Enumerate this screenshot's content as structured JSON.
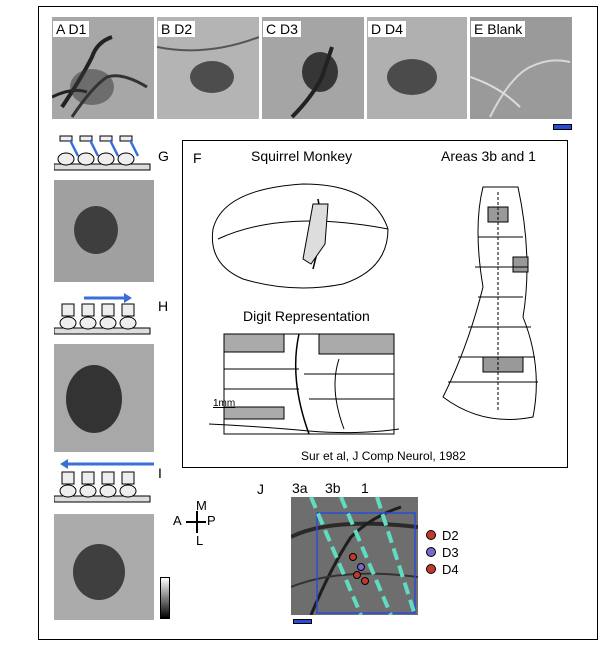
{
  "panels": {
    "A": "A D1",
    "B": "B D2",
    "C": "C D3",
    "D": "D D4",
    "E": "E Blank",
    "F": "F",
    "G": "G",
    "H": "H",
    "I": "I",
    "J": "J"
  },
  "fbox": {
    "left_title": "Squirrel Monkey",
    "right_title": "Areas 3b and 1",
    "digit_title": "Digit Representation",
    "scale": "1mm",
    "citation": "Sur et al, J Comp Neurol, 1982"
  },
  "compass": {
    "M": "M",
    "A": "A",
    "P": "P",
    "L": "L"
  },
  "areas": {
    "a3a": "3a",
    "a3b": "3b",
    "a1": "1"
  },
  "legend": [
    {
      "label": "D2",
      "color": "#c0392b"
    },
    {
      "label": "D3",
      "color": "#7b68c8"
    },
    {
      "label": "D4",
      "color": "#c0392b"
    }
  ],
  "colors": {
    "arrow": "#3a6fd8",
    "box": "#2a4bd8",
    "line": "#5fdcc2"
  }
}
